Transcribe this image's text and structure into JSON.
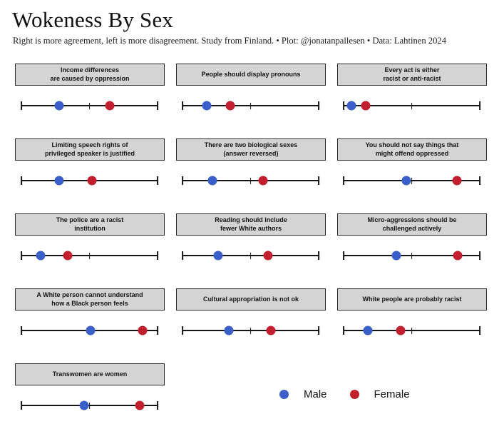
{
  "title": "Wokeness By Sex",
  "subtitle": "Right is more agreement, left is more disagreement. Study from Finland. • Plot: @jonatanpallesen • Data: Lahtinen 2024",
  "legend": {
    "male_label": "Male",
    "female_label": "Female"
  },
  "colors": {
    "male": "#3B5FC9",
    "female": "#C2202E",
    "axis": "#151515",
    "statement_box_bg": "#D4D4D4"
  },
  "chart_data": {
    "type": "scatter",
    "title": "Wokeness By Sex",
    "subtitle": "Right is more agreement, left is more disagreement. Study from Finland. • Plot: @jonatanpallesen • Data: Lahtinen 2024",
    "layout": "13 small-multiple dot plots in a 3-column grid; each panel has an unlabeled horizontal axis with ticks at left end, middle and right end; right = more agreement, left = more disagreement",
    "axis_range": [
      0,
      1
    ],
    "tick_fractions": [
      0,
      0.5,
      1
    ],
    "legend_position": "bottom-right",
    "series_names": [
      "Male",
      "Female"
    ],
    "panels": [
      {
        "statement": "Income differences\nare caused by oppression",
        "male": 0.28,
        "female": 0.65
      },
      {
        "statement": "People should display pronouns",
        "male": 0.18,
        "female": 0.35
      },
      {
        "statement": "Every act is either\nracist or anti-racist",
        "male": 0.06,
        "female": 0.16
      },
      {
        "statement": "Limiting speech rights of\nprivileged speaker is justified",
        "male": 0.28,
        "female": 0.52
      },
      {
        "statement": "There are two biological sexes\n(answer reversed)",
        "male": 0.22,
        "female": 0.59
      },
      {
        "statement": "You should not say things that\nmight offend oppressed",
        "male": 0.46,
        "female": 0.83
      },
      {
        "statement": "The police are a racist\ninstitution",
        "male": 0.14,
        "female": 0.34
      },
      {
        "statement": "Reading should include\nfewer White authors",
        "male": 0.26,
        "female": 0.63
      },
      {
        "statement": "Micro-aggressions should be\nchallenged actively",
        "male": 0.39,
        "female": 0.84
      },
      {
        "statement": "A White person cannot understand\nhow a Black person feels",
        "male": 0.51,
        "female": 0.89
      },
      {
        "statement": "Cultural appropriation is not ok",
        "male": 0.34,
        "female": 0.65
      },
      {
        "statement": "White people are probably racist",
        "male": 0.18,
        "female": 0.42
      },
      {
        "statement": "Transwomen are women",
        "male": 0.46,
        "female": 0.87
      }
    ]
  }
}
